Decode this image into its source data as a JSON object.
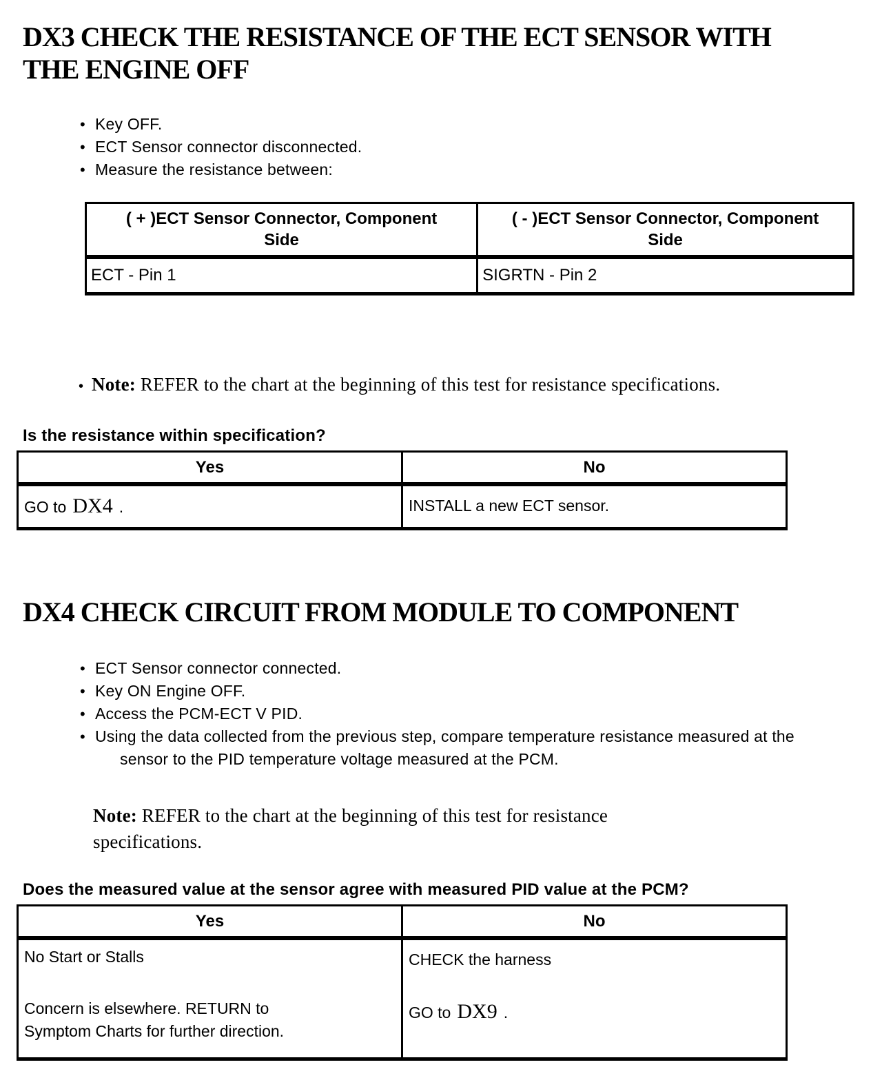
{
  "page": {
    "background": "#ffffff",
    "text_color": "#000000"
  },
  "dx3": {
    "heading_line1": "DX3 CHECK THE RESISTANCE OF THE ECT SENSOR WITH",
    "heading_line2": "THE ENGINE OFF",
    "bullet_glyph": "•",
    "bullets": [
      "Key OFF.",
      "ECT Sensor connector disconnected.",
      "Measure the resistance between:"
    ],
    "pin_table": {
      "positive_header": "( + )ECT Sensor Connector, Component Side",
      "negative_header": "( - )ECT Sensor Connector, Component Side",
      "positive_value": "ECT - Pin 1",
      "negative_value": "SIGRTN - Pin 2"
    },
    "note": {
      "label": "Note:",
      "text": " REFER to the chart at the beginning of this test for resistance specifications."
    },
    "question": "Is the resistance within specification?",
    "decision": {
      "yes_header": "Yes",
      "no_header": "No",
      "yes_action_prefix": "GO to",
      "yes_action_link": "DX4",
      "yes_action_suffix": ".",
      "no_action": "INSTALL a new ECT sensor."
    }
  },
  "dx4": {
    "heading": "DX4 CHECK CIRCUIT FROM MODULE TO COMPONENT",
    "bullet_glyph": "•",
    "bullets": [
      "ECT Sensor connector connected.",
      "Key ON Engine OFF.",
      "Access the PCM-ECT V PID.",
      "Using the data collected from the previous step, compare temperature resistance measured at the sensor to the PID temperature voltage measured at the PCM."
    ],
    "note": {
      "label": "Note:",
      "text": " REFER to the chart at the beginning of this test for resistance specifications."
    },
    "question": "Does the measured value at the sensor agree with measured PID value at the PCM?",
    "decision": {
      "yes_header": "Yes",
      "no_header": "No",
      "yes_line1": "No Start or Stalls",
      "yes_line2": "Concern is elsewhere. RETURN to Symptom Charts for further direction.",
      "no_line1": "CHECK the harness",
      "no_action_prefix": "GO to",
      "no_action_link": "DX9",
      "no_action_suffix": "."
    }
  }
}
